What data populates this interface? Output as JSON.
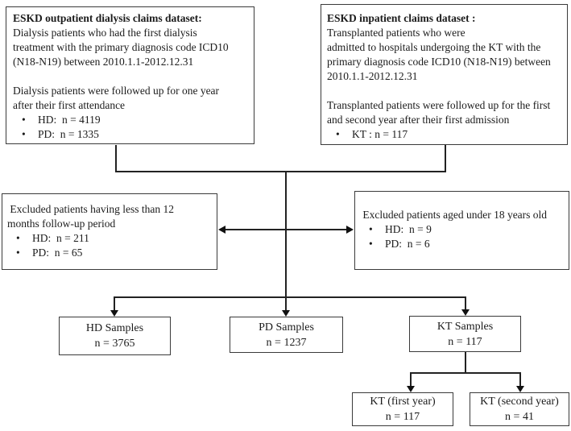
{
  "diagram": {
    "outpatient": {
      "title": "ESKD outpatient dialysis claims dataset:",
      "body1": "Dialysis patients who had the first dialysis\ntreatment with the primary diagnosis code ICD10\n(N18-N19) between 2010.1.1-2012.12.31",
      "body2": "Dialysis patients were followed up for one year\nafter their first attendance",
      "bullet_glyph": "•",
      "bullets": [
        "HD:  n = 4119",
        "PD:  n = 1335"
      ]
    },
    "inpatient": {
      "title": "ESKD inpatient claims dataset :",
      "body1": "Transplanted patients who were\nadmitted to hospitals undergoing the KT with the\nprimary diagnosis code ICD10 (N18-N19) between\n2010.1.1-2012.12.31",
      "body2": "Transplanted patients were followed up for the first\nand second year after their first admission",
      "bullet_glyph": "•",
      "bullets": [
        "KT : n = 117"
      ]
    },
    "excluded_followup": {
      "text": " Excluded patients having less than 12\nmonths follow-up period",
      "bullet_glyph": "•",
      "bullets": [
        "HD:  n = 211",
        "PD:  n = 65"
      ]
    },
    "excluded_age": {
      "text": " Excluded patients aged under 18 years old",
      "bullet_glyph": "•",
      "bullets": [
        "HD:  n = 9",
        "PD:  n = 6"
      ]
    },
    "hd_samples": {
      "label": "HD Samples",
      "n": "n = 3765"
    },
    "pd_samples": {
      "label": "PD Samples",
      "n": "n = 1237"
    },
    "kt_samples": {
      "label": "KT Samples",
      "n": "n = 117"
    },
    "kt_first_year": {
      "label": "KT (first year)",
      "n": "n = 117"
    },
    "kt_second_year": {
      "label": "KT (second year)",
      "n": "n = 41"
    }
  },
  "colors": {
    "background": "#ffffff",
    "box_border": "#3a3a3a",
    "line": "#222222",
    "text": "#1b1b1b"
  }
}
